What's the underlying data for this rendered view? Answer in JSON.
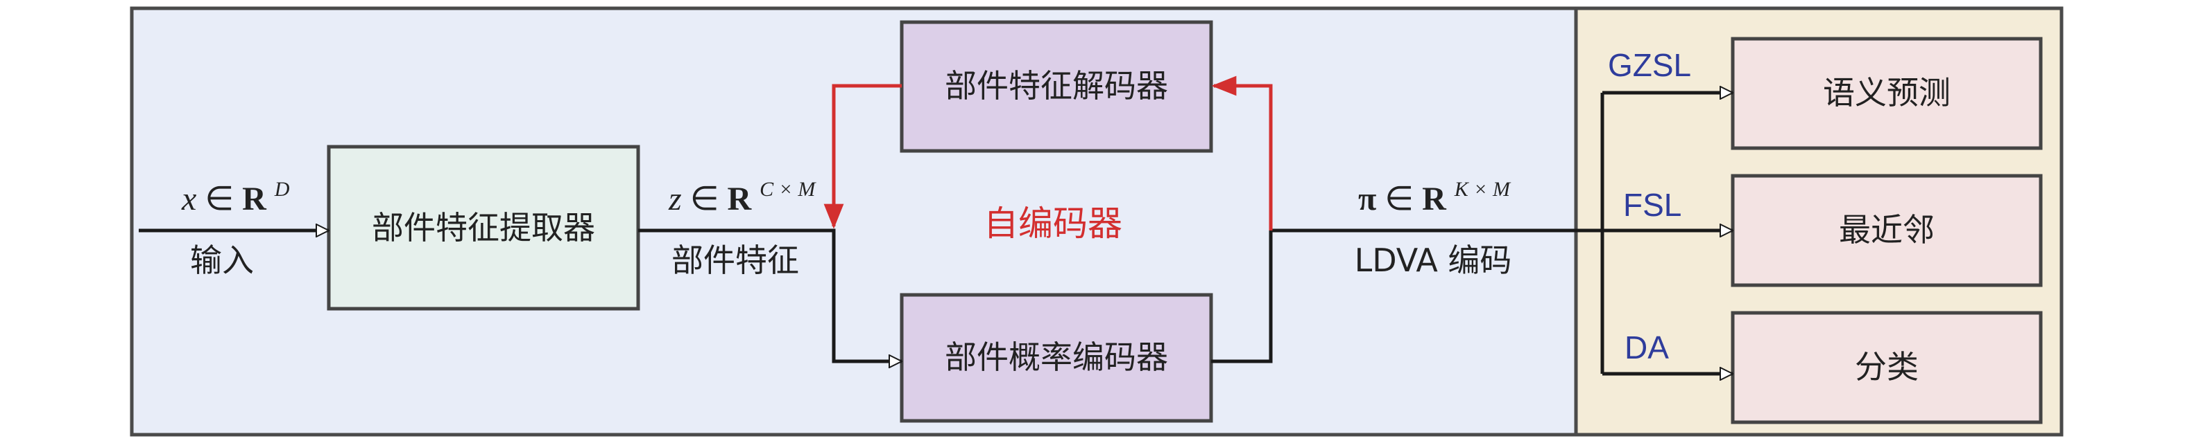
{
  "colors": {
    "left_panel": "#e8edf8",
    "right_panel": "#f4ecd8",
    "extractor_box": "#e6f0ec",
    "codec_box": "#dccfe8",
    "task_box": "#f3e3e3",
    "red": "#d32f2f",
    "blue": "#2e3c9c",
    "line": "#1a1a1a"
  },
  "boxes": {
    "extractor": "部件特征提取器",
    "decoder": "部件特征解码器",
    "encoder": "部件概率编码器",
    "semantic_prediction": "语义预测",
    "nearest_neighbor": "最近邻",
    "classification": "分类"
  },
  "labels": {
    "input_var": "x",
    "input_set": "R",
    "input_dim": "D",
    "input_caption": "输入",
    "feature_var": "z",
    "feature_set": "R",
    "feature_dim": "C × M",
    "feature_caption": "部件特征",
    "autoencoder": "自编码器",
    "code_var": "π",
    "code_set": "R",
    "code_dim": "K × M",
    "code_caption": "LDVA 编码",
    "element_of": "∈"
  },
  "tasks": {
    "gzsl": "GZSL",
    "fsl": "FSL",
    "da": "DA"
  }
}
